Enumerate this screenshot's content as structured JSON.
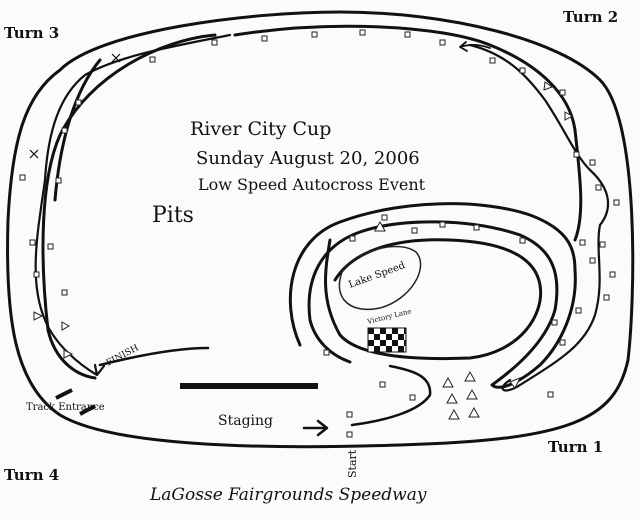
{
  "labels": {
    "turn1": "Turn 1",
    "turn2": "Turn 2",
    "turn3": "Turn 3",
    "turn4": "Turn 4",
    "title_line1": "River City Cup",
    "title_line2": "Sunday August 20, 2006",
    "title_line3": "Low Speed Autocross Event",
    "pits": "Pits",
    "finish": "FINISH",
    "track_entrance": "Track Entrance",
    "staging": "Staging",
    "start": "Start",
    "lake": "Lake Speed",
    "victory_lane": "Victory Lane",
    "speedway": "LaGosse Fairgrounds Speedway"
  },
  "colors": {
    "ink": "#111111",
    "paper": "#fbfbf9"
  }
}
